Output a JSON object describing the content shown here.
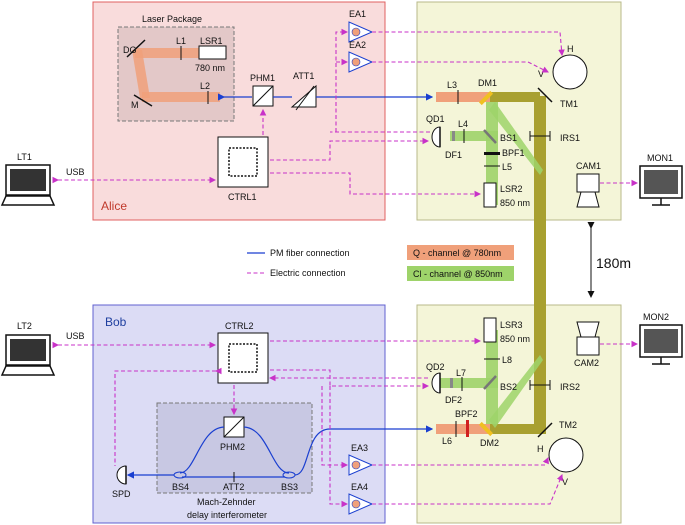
{
  "zones": {
    "alice": "Alice",
    "bob": "Bob",
    "laser_package": "Laser Package",
    "mach_zehnder_1": "Mach-Zehnder",
    "mach_zehnder_2": "delay interferometer"
  },
  "labels": {
    "dg": "DG",
    "l1": "L1",
    "lsr1": "LSR1",
    "lsr1_wl": "780 nm",
    "m": "M",
    "l2": "L2",
    "phm1": "PHM1",
    "att1": "ATT1",
    "ea1": "EA1",
    "ea2": "EA2",
    "ctrl1": "CTRL1",
    "lt1": "LT1",
    "usb1": "USB",
    "l3": "L3",
    "dm1": "DM1",
    "h1": "H",
    "v1": "V",
    "tm1": "TM1",
    "qd1": "QD1",
    "l4": "L4",
    "df1": "DF1",
    "bs1": "BS1",
    "irs1": "IRS1",
    "bpf1": "BPF1",
    "l5": "L5",
    "lsr2": "LSR2",
    "lsr2_wl": "850 nm",
    "cam1": "CAM1",
    "mon1": "MON1",
    "distance": "180m",
    "lt2": "LT2",
    "usb2": "USB",
    "ctrl2": "CTRL2",
    "lsr3": "LSR3",
    "lsr3_wl": "850 nm",
    "l8": "L8",
    "qd2": "QD2",
    "l7": "L7",
    "df2": "DF2",
    "bs2": "BS2",
    "irs2": "IRS2",
    "cam2": "CAM2",
    "mon2": "MON2",
    "bpf2": "BPF2",
    "l6": "L6",
    "dm2": "DM2",
    "tm2": "TM2",
    "h2": "H",
    "v2": "V",
    "ea3": "EA3",
    "ea4": "EA4",
    "phm2": "PHM2",
    "spd": "SPD",
    "bs4": "BS4",
    "att2": "ATT2",
    "bs3": "BS3"
  },
  "legend": {
    "pm_fiber": "PM fiber connection",
    "electric": "Electric connection",
    "q_channel": "Q - channel @ 780nm",
    "cl_channel": "Cl - channel @ 850nm"
  },
  "colors": {
    "alice_bg": "#f9dcdc",
    "alice_border": "#e06060",
    "bob_bg": "#dcdcf5",
    "bob_border": "#6060d0",
    "optics_bg": "#f4f5d8",
    "optics_border": "#b8b98a",
    "q_channel": "#f0a07a",
    "cl_channel": "#9ed36a",
    "fiber": "#1a3fd0",
    "electric": "#c832c8",
    "combined_beam": "#a8a030"
  }
}
